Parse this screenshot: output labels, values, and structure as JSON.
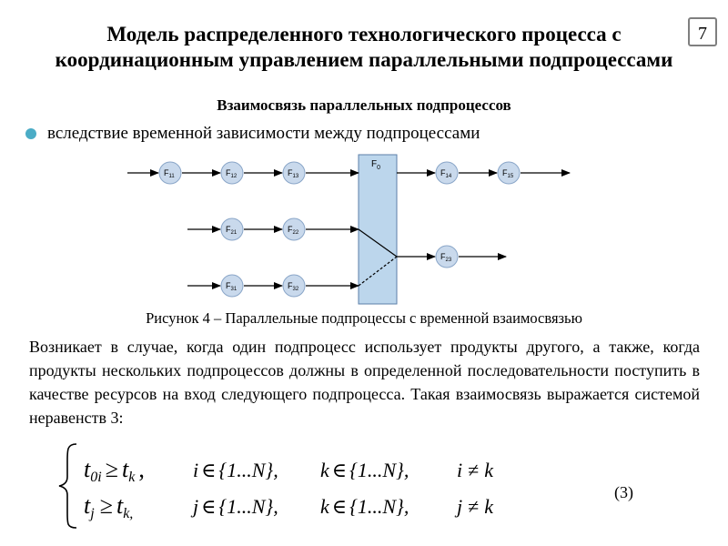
{
  "slide": {
    "number": "7",
    "title_line1": "Модель распределенного технологического процесса с",
    "title_line2": "координационным управлением параллельными подпроцессами",
    "subheading": "Взаимосвязь параллельных подпроцессов",
    "bullet": "вследствие временной зависимости между подпроцессами"
  },
  "diagram": {
    "nodes": [
      {
        "id": "f11",
        "main": "F",
        "sub": "11"
      },
      {
        "id": "f12",
        "main": "F",
        "sub": "12"
      },
      {
        "id": "f13",
        "main": "F",
        "sub": "13"
      },
      {
        "id": "f14",
        "main": "F",
        "sub": "14"
      },
      {
        "id": "f15",
        "main": "F",
        "sub": "15"
      },
      {
        "id": "f21",
        "main": "F",
        "sub": "21"
      },
      {
        "id": "f22",
        "main": "F",
        "sub": "22"
      },
      {
        "id": "f23",
        "main": "F",
        "sub": "23"
      },
      {
        "id": "f31",
        "main": "F",
        "sub": "31"
      },
      {
        "id": "f32",
        "main": "F",
        "sub": "32"
      }
    ],
    "block": {
      "main": "F",
      "sub": "0"
    },
    "colors": {
      "node_fill": "#c9d9ec",
      "node_stroke": "#8aa6c8",
      "block_fill": "#bcd6ec",
      "block_stroke": "#5b7fa8"
    }
  },
  "caption": "Рисунок 4 – Параллельные подпроцессы с временной взаимосвязью",
  "paragraph": "Возникает в случае, когда один подпроцесс использует продукты другого, а также, когда продукты нескольких подпроцессов должны в определенной последовательности поступить в качестве ресурсов на вход следующего подпроцесса. Такая взаимосвязь выражается системой неравенств 3:",
  "formula": {
    "row1": {
      "lhs": "t",
      "lhs_sub": "0i",
      "op": "≥",
      "rhs": "t",
      "rhs_sub": "k",
      "sep": ",",
      "c1_var": "i",
      "c1_in": "∈",
      "c1_set": "{1...N},",
      "c2_var": "k",
      "c2_in": "∈",
      "c2_set": "{1...N},",
      "c3_var": "i",
      "c3_op": "≠",
      "c3_rhs": "k"
    },
    "row2": {
      "lhs": "t",
      "lhs_sub": "j",
      "op": "≥",
      "rhs": "t",
      "rhs_sub": "k,",
      "c1_var": "j",
      "c1_in": "∈",
      "c1_set": "{1...N},",
      "c2_var": "k",
      "c2_in": "∈",
      "c2_set": "{1...N},",
      "c3_var": "j",
      "c3_op": "≠",
      "c3_rhs": "k"
    },
    "number": "(3)"
  }
}
